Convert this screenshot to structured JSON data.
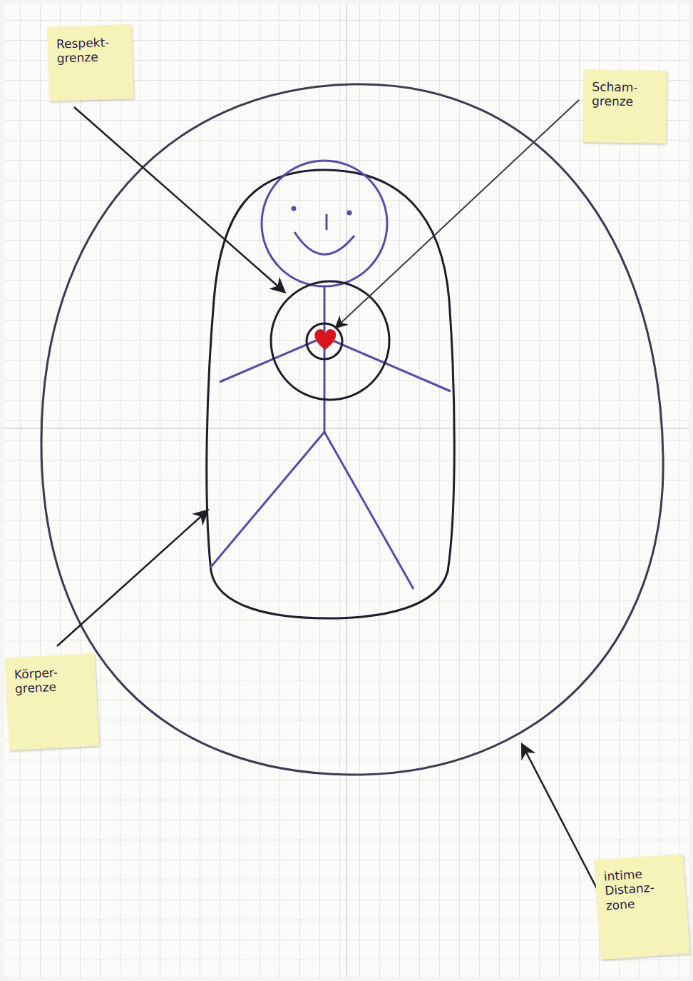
{
  "diagram": {
    "nodes": [
      {
        "text": [
          "Respekt- grenze"
        ]
      },
      {
        "text": [
          "Scham- grenze"
        ]
      },
      {
        "text": [
          "Körper- grenze"
        ]
      },
      {
        "text": [
          "intime Distanz- zone"
        ]
      }
    ]
  }
}
